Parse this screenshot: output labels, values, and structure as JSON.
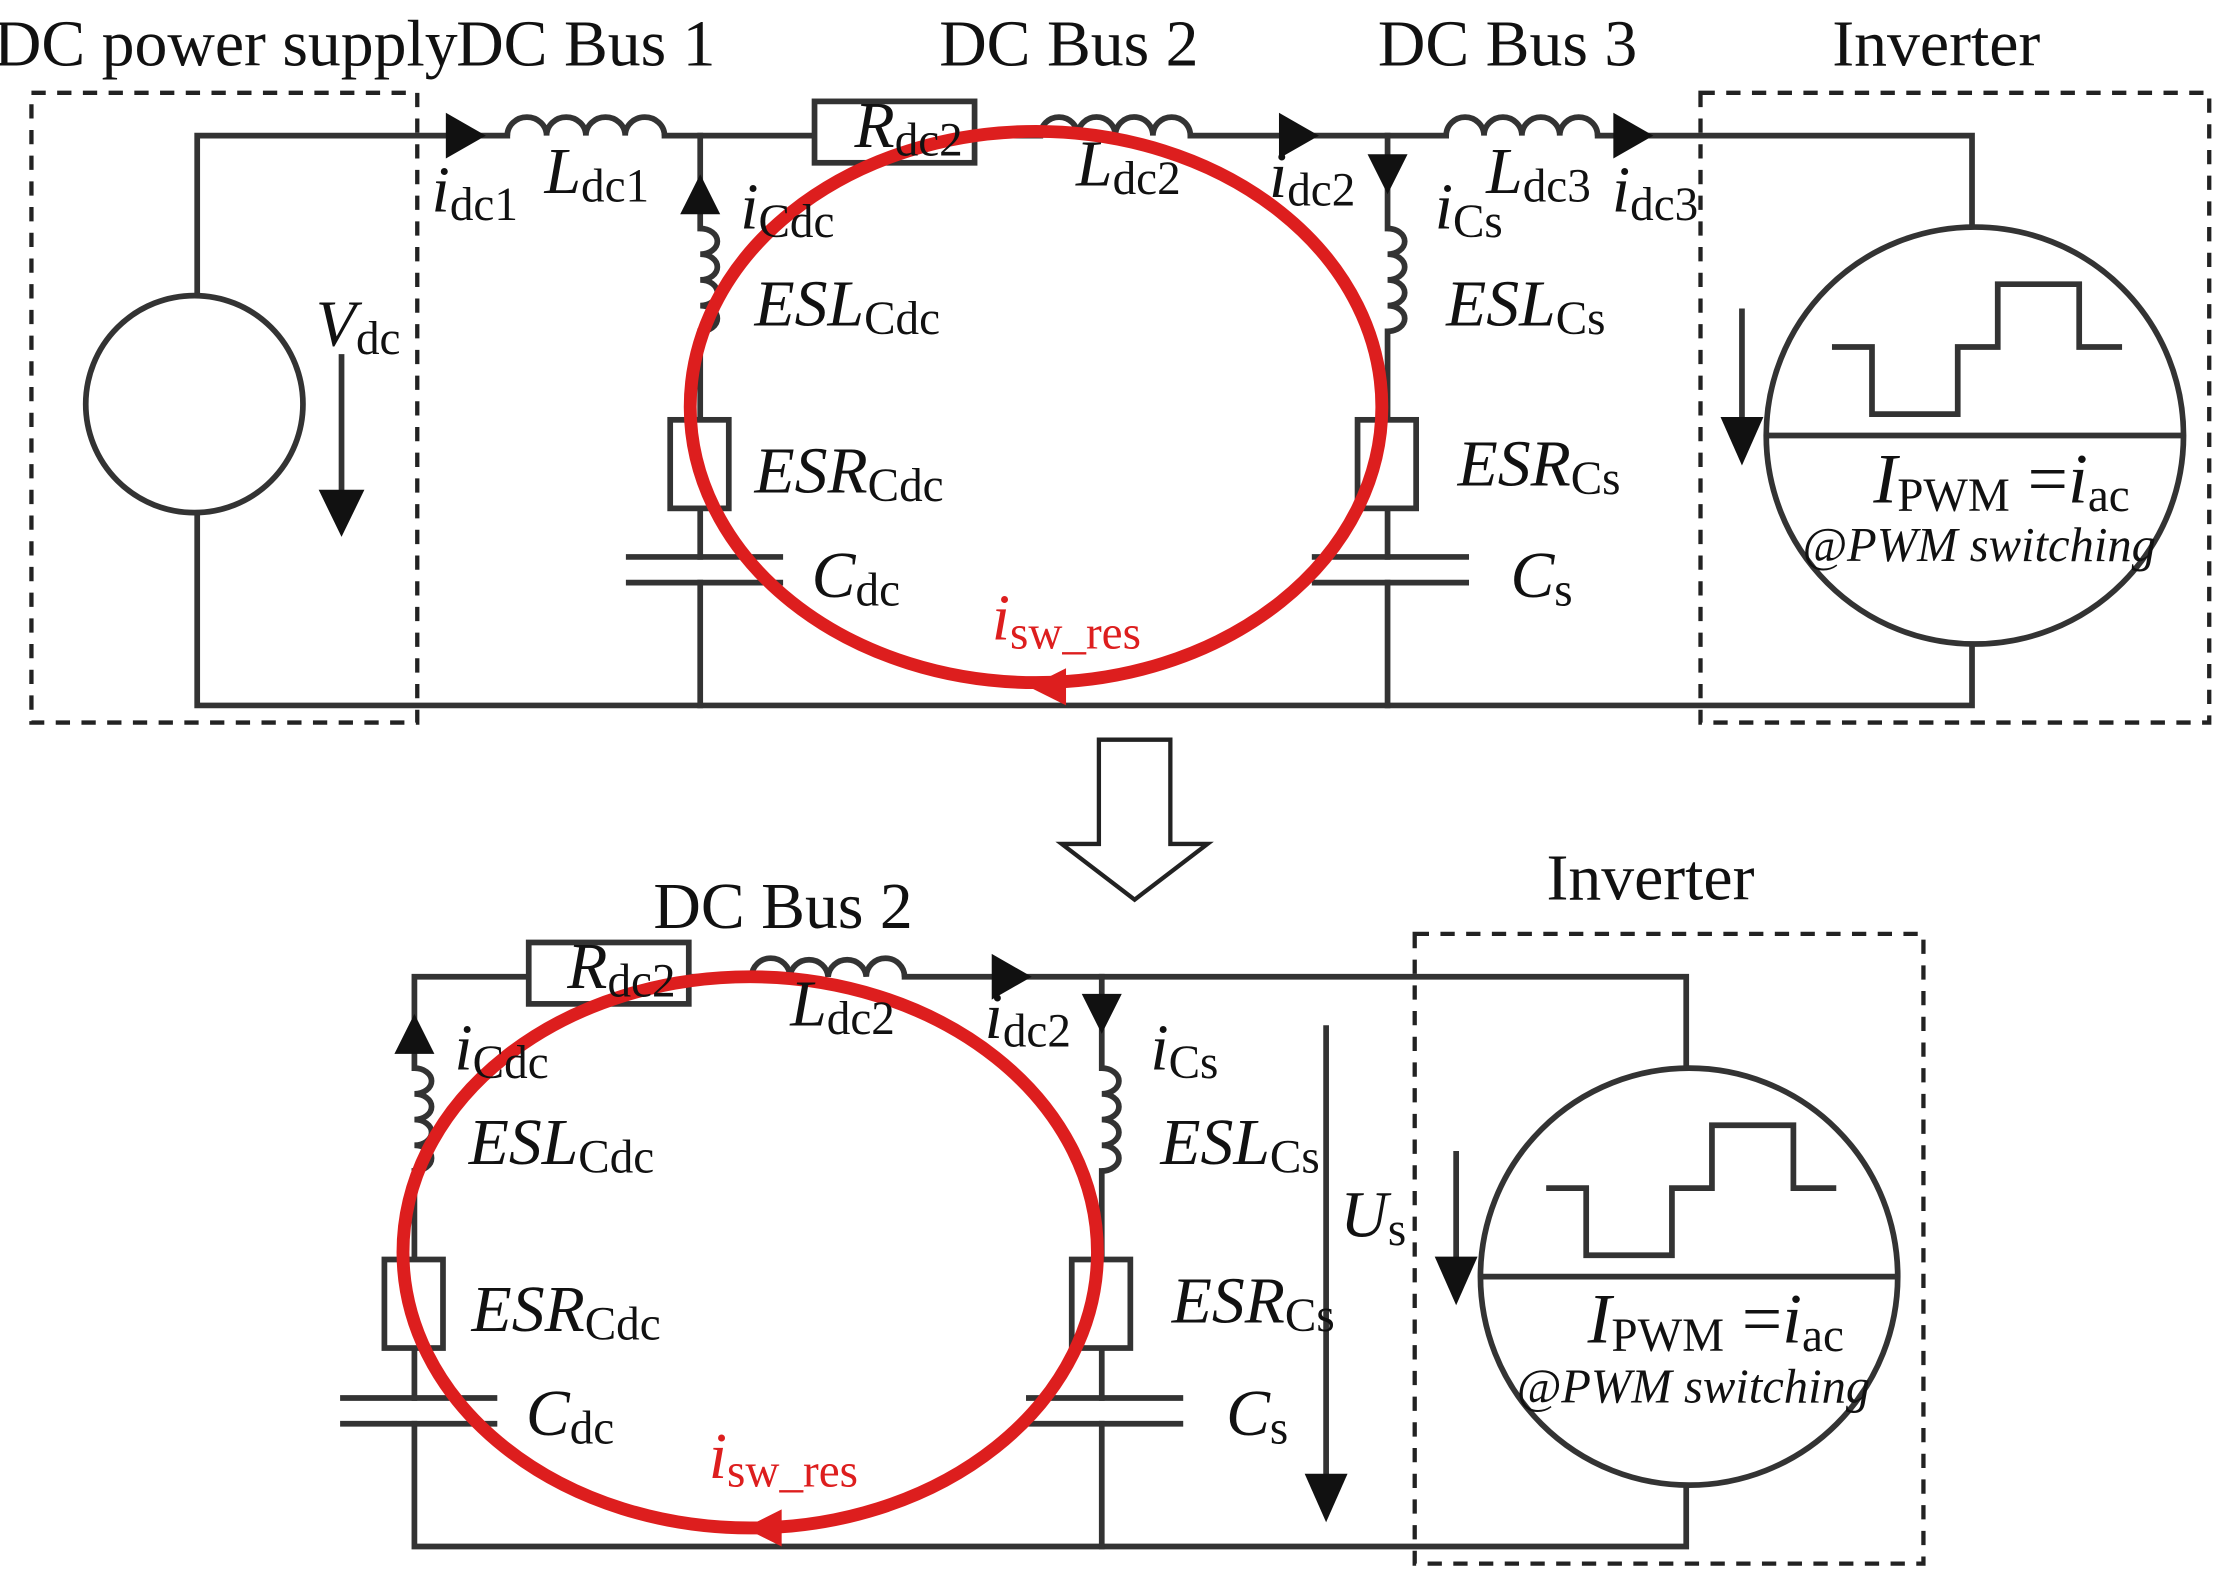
{
  "top": {
    "blocks": {
      "dc_supply": "DC power supply",
      "bus1": "DC Bus 1",
      "bus2": "DC Bus 2",
      "bus3": "DC Bus 3",
      "inverter": "Inverter"
    },
    "vdc": {
      "main": "V",
      "sub": "dc"
    },
    "ldc1": {
      "main": "L",
      "sub": "dc1"
    },
    "ldc2": {
      "main": "L",
      "sub": "dc2"
    },
    "ldc3": {
      "main": "L",
      "sub": "dc3"
    },
    "rdc2": {
      "main": "R",
      "sub": "dc2"
    },
    "idc1": {
      "main": "i",
      "sub": "dc1"
    },
    "idc2": {
      "main": "i",
      "sub": "dc2"
    },
    "idc3": {
      "main": "i",
      "sub": "dc3"
    },
    "icdc": {
      "main": "i",
      "sub": "Cdc"
    },
    "ics": {
      "main": "i",
      "sub": "Cs"
    },
    "esl_cdc": {
      "main": "ESL",
      "sub": "Cdc"
    },
    "esr_cdc": {
      "main": "ESR",
      "sub": "Cdc"
    },
    "cdc": {
      "main": "C",
      "sub": "dc"
    },
    "esl_cs": {
      "main": "ESL",
      "sub": "Cs"
    },
    "esr_cs": {
      "main": "ESR",
      "sub": "Cs"
    },
    "cs": {
      "main": "C",
      "sub": "s"
    },
    "isw": {
      "main": "i",
      "sub": "sw_res"
    },
    "ipwm": {
      "main": "I",
      "sub": "PWM",
      "eq": " =",
      "rhs": "i",
      "rhs_sub": "ac"
    },
    "pwm_note": "@PWM switching"
  },
  "bottom": {
    "blocks": {
      "bus2": "DC Bus 2",
      "inverter": "Inverter"
    },
    "rdc2": {
      "main": "R",
      "sub": "dc2"
    },
    "ldc2": {
      "main": "L",
      "sub": "dc2"
    },
    "idc2": {
      "main": "i",
      "sub": "dc2"
    },
    "icdc": {
      "main": "i",
      "sub": "Cdc"
    },
    "ics": {
      "main": "i",
      "sub": "Cs"
    },
    "esl_cdc": {
      "main": "ESL",
      "sub": "Cdc"
    },
    "esr_cdc": {
      "main": "ESR",
      "sub": "Cdc"
    },
    "cdc": {
      "main": "C",
      "sub": "dc"
    },
    "esl_cs": {
      "main": "ESL",
      "sub": "Cs"
    },
    "esr_cs": {
      "main": "ESR",
      "sub": "Cs"
    },
    "cs": {
      "main": "C",
      "sub": "s"
    },
    "us": {
      "main": "U",
      "sub": "s"
    },
    "isw": {
      "main": "i",
      "sub": "sw_res"
    },
    "ipwm": {
      "main": "I",
      "sub": "PWM",
      "eq": " =",
      "rhs": "i",
      "rhs_sub": "ac"
    },
    "pwm_note": "@PWM switching"
  },
  "colors": {
    "resonance_loop": "#dd1e1e",
    "wire": "#333333"
  }
}
